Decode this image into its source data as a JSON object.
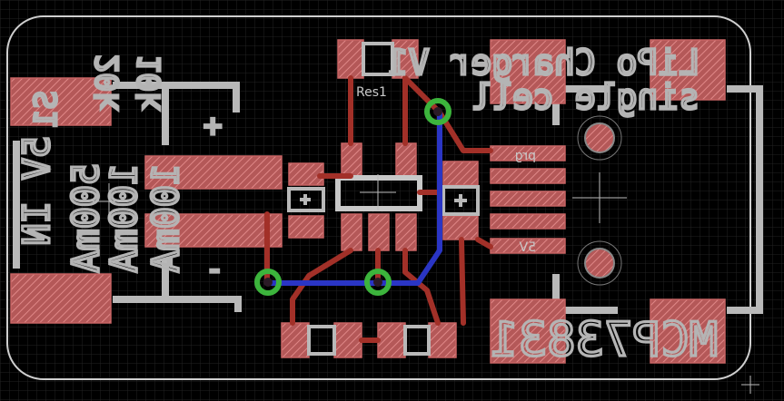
{
  "board": {
    "title_line1": "LiPo Charger V1",
    "title_line2": "single cell",
    "part_number": "MCP73831",
    "res_label": "Res1",
    "pin_label_prg": "prg",
    "pin_label_5v": "5V",
    "left_block": {
      "line1": "5V IN",
      "line2": "500mA",
      "line3": "100mA",
      "line4": "100mA"
    },
    "battery": {
      "line1": "S1",
      "line2": "20k",
      "line3": "10k",
      "plus": "+",
      "minus": "-"
    }
  },
  "colors": {
    "background": "#000000",
    "grid": "#222222",
    "pad": "#c86464",
    "top_trace": "#a23028",
    "bottom_trace": "#2a35c4",
    "via": "#3cb43c",
    "silkscreen": "#b9b9b9"
  }
}
